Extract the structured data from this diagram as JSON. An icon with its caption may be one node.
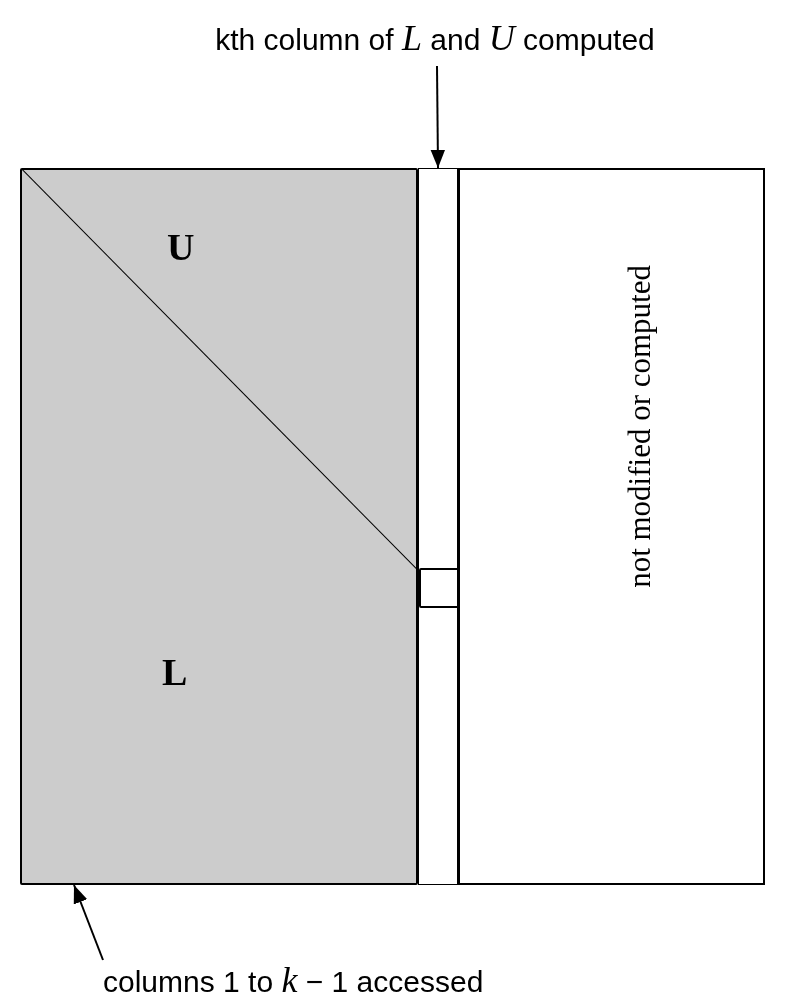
{
  "diagram": {
    "nodes": [
      {
        "text": [
          "kth column of *L* and *U* computed"
        ]
      },
      {
        "text": [],
        "shape": "bar"
      },
      {
        "text": [],
        "shape": "box"
      },
      {
        "text": [
          "U"
        ],
        "in": 2
      },
      {
        "text": [
          "L"
        ],
        "in": 2
      },
      {
        "text": [
          "not modified or computed"
        ]
      },
      {
        "text": [],
        "shape": "box",
        "in": 1
      },
      {
        "text": [
          "columns 1 to *k* − 1 accessed"
        ]
      }
    ],
    "edges": [
      {
        "from": 0,
        "to": 1,
        "arrow": "to"
      },
      {
        "from": 7,
        "to": 2,
        "arrow": "to"
      }
    ]
  }
}
